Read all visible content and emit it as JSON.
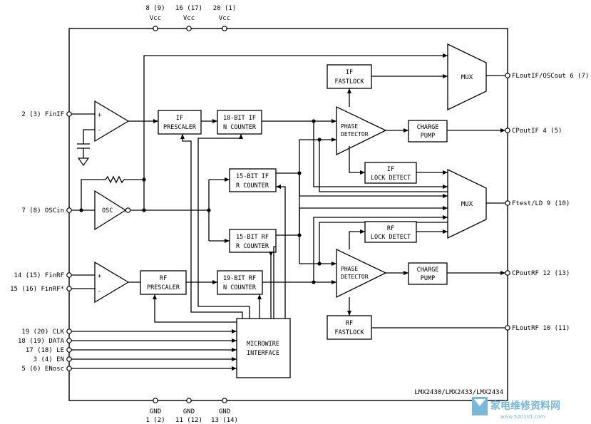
{
  "diagram": {
    "part_label": "LMX2430/LMX2433/LMX2434",
    "supply_pins": [
      {
        "num": "8 (9)",
        "name": "Vcc"
      },
      {
        "num": "16 (17)",
        "name": "Vcc"
      },
      {
        "num": "20 (1)",
        "name": "Vcc"
      }
    ],
    "ground_pins": [
      {
        "name": "GND",
        "num": "1 (2)"
      },
      {
        "name": "GND",
        "num": "11 (12)"
      },
      {
        "name": "GND",
        "num": "13 (14)"
      }
    ],
    "left_pins": {
      "finif": "2 (3)  FinIF",
      "oscin": "7 (8)  OSCin",
      "finrf": "14 (15)  FinRF",
      "finrf_bar": "15 (16)  FinRF*",
      "clk": "19 (20)  CLK",
      "data": "18 (19)  DATA",
      "le": "17 (18)  LE",
      "en": "3 (4)  EN",
      "enosc": "5 (6)  ENosc"
    },
    "right_pins": {
      "flout_if": "FLoutIF/OSCout  6 (7)",
      "cpout_if": "CPoutIF  4 (5)",
      "ftest": "Ftest/LD  9 (10)",
      "cpout_rf": "CPoutRF  12 (13)",
      "flout_rf": "FLoutRF  10 (11)"
    },
    "blocks": {
      "if_prescaler": [
        "IF",
        "PRESCALER"
      ],
      "if_n_counter": [
        "18-BIT IF",
        "N COUNTER"
      ],
      "if_r_counter": [
        "15-BIT IF",
        "R COUNTER"
      ],
      "rf_r_counter": [
        "15-BIT RF",
        "R COUNTER"
      ],
      "rf_prescaler": [
        "RF",
        "PRESCALER"
      ],
      "rf_n_counter": [
        "19-BIT RF",
        "N COUNTER"
      ],
      "microwire": [
        "MICROWIRE",
        "INTERFACE"
      ],
      "if_fastlock": [
        "IF",
        "FASTLOCK"
      ],
      "if_phase_detector": [
        "PHASE",
        "DETECTOR"
      ],
      "if_charge_pump": [
        "CHARGE",
        "PUMP"
      ],
      "if_lock_detect": [
        "IF",
        "LOCK DETECT"
      ],
      "rf_lock_detect": [
        "RF",
        "LOCK DETECT"
      ],
      "rf_phase_detector": [
        "PHASE",
        "DETECTOR"
      ],
      "rf_charge_pump": [
        "CHARGE",
        "PUMP"
      ],
      "rf_fastlock": [
        "RF",
        "FASTLOCK"
      ],
      "osc": "OSC",
      "mux_top": "MUX",
      "mux_mid": "MUX",
      "amp_plus": "+",
      "amp_minus": "-"
    },
    "watermark": {
      "text": "家电维修资料网",
      "url": "www.520101.com"
    }
  }
}
